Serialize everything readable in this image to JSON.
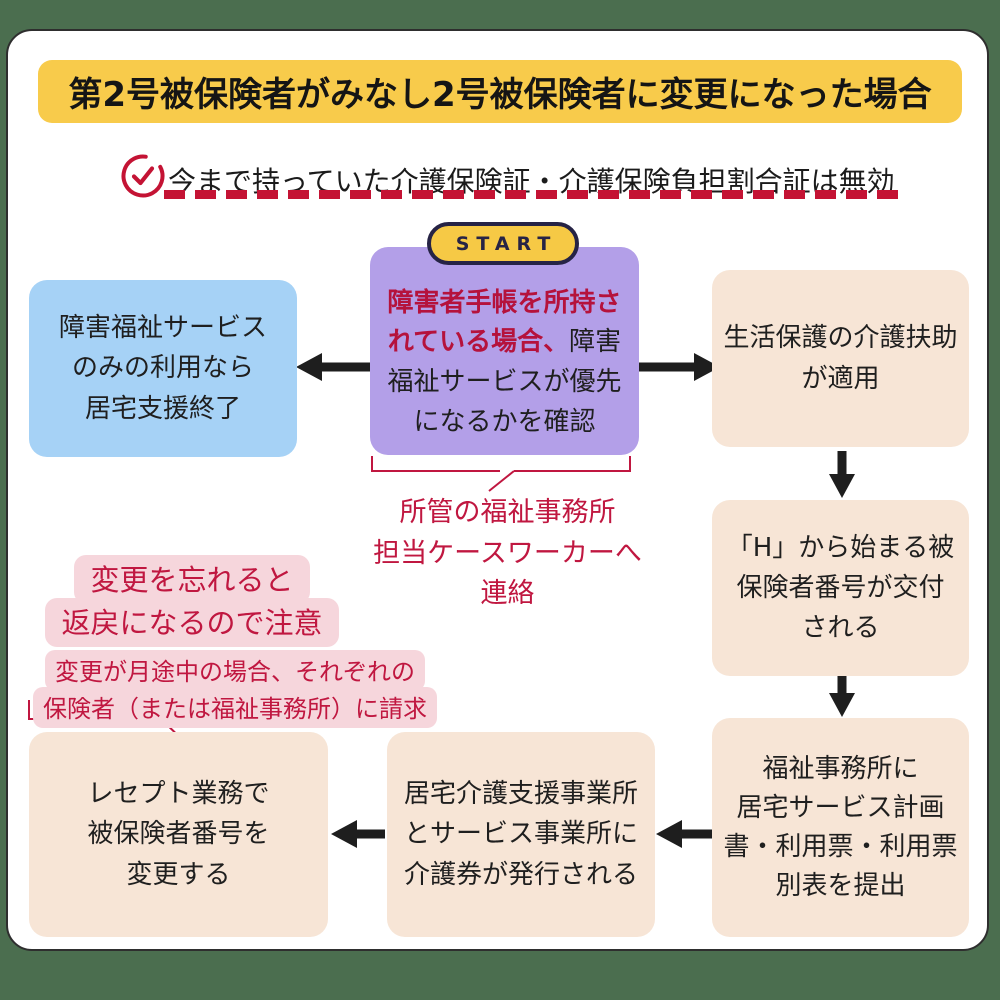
{
  "colors": {
    "background_green": "#4B6E4F",
    "card_white": "#FFFFFF",
    "banner_yellow": "#F8CB4B",
    "start_yellow": "#F6C945",
    "start_navy": "#262345",
    "purple_box": "#B39FE8",
    "blue_box": "#A6D2F6",
    "peach_box": "#F7E5D6",
    "pink_highlight": "#F6D6DC",
    "crimson_accent": "#C01740",
    "arrow_black": "#1E1E1E"
  },
  "icons": {
    "subtitle_icon": "check-circle"
  },
  "title": {
    "text": "第2号被保険者がみなし2号被保険者に変更になった場合"
  },
  "subtitle": {
    "text": "今まで持っていた介護保険証・介護保険負担割合証は無効"
  },
  "start_badge": {
    "label": "START"
  },
  "flow": {
    "start_box": {
      "highlight_text": "障害者手帳を所持されている場合、",
      "rest_text": "障害福祉サービスが優先になるかを確認"
    },
    "blue_box": {
      "lines": [
        "障害福祉サービス",
        "のみの利用なら",
        "居宅支援終了"
      ]
    },
    "welfare_box": {
      "lines": [
        "生活保護の介護扶助",
        "が適用"
      ]
    },
    "h_number_box": {
      "lines": [
        "「H」から始まる被",
        "保険者番号が交付",
        "される"
      ]
    },
    "submit_box": {
      "lines": [
        "福祉事務所に",
        "居宅サービス計画",
        "書・利用票・利用票",
        "別表を提出"
      ]
    },
    "ticket_box": {
      "lines": [
        "居宅介護支援事業所",
        "とサービス事業所に",
        "介護券が発行される"
      ]
    },
    "receipt_box": {
      "lines": [
        "レセプト業務で",
        "被保険者番号を",
        "変更する"
      ]
    }
  },
  "notes": {
    "caseworker": {
      "lines": [
        "所管の福祉事務所",
        "担当ケースワーカーへ",
        "連絡"
      ]
    },
    "warning": {
      "big_lines": [
        "変更を忘れると",
        "返戻になるので注意"
      ],
      "small_lines": [
        "変更が月途中の場合、それぞれの",
        "保険者（または福祉事務所）に請求"
      ]
    }
  }
}
